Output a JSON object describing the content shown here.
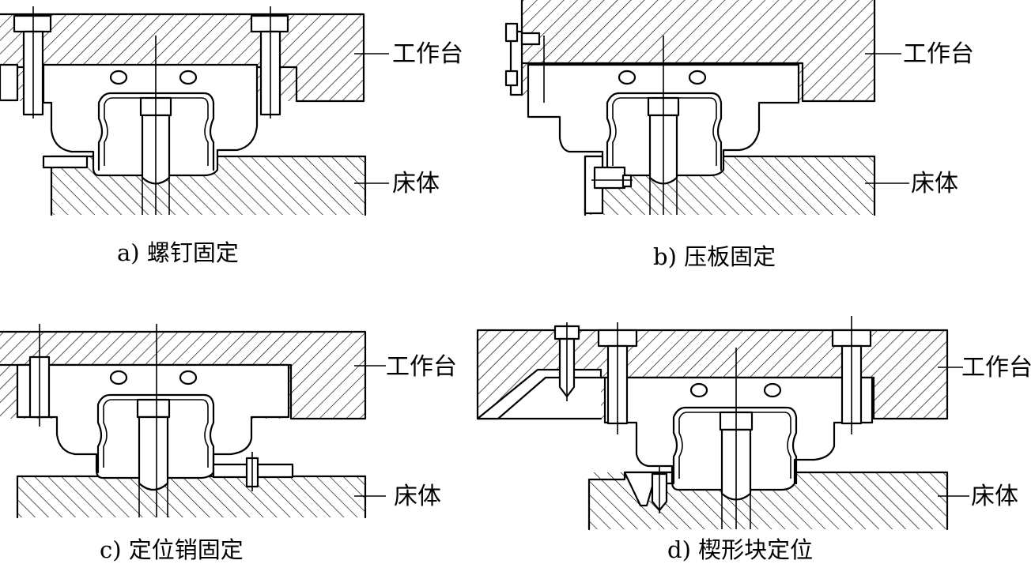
{
  "labels": {
    "worktable": "工作台",
    "bed": "床体"
  },
  "panels": [
    {
      "id": "a",
      "caption": "a) 螺钉固定"
    },
    {
      "id": "b",
      "caption": "b) 压板固定"
    },
    {
      "id": "c",
      "caption": "c) 定位销固定"
    },
    {
      "id": "d",
      "caption": "d) 楔形块定位"
    }
  ]
}
